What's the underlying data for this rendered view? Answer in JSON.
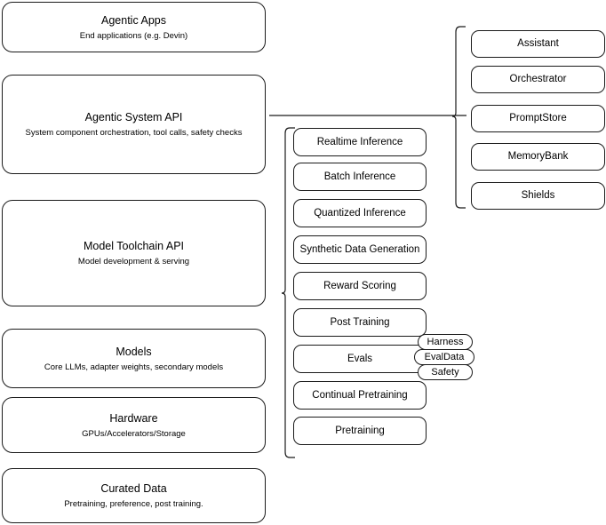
{
  "diagram": {
    "title": "AI stack layered architecture",
    "stroke_color": "#1a1a1a",
    "background_color": "#ffffff"
  },
  "layers": [
    {
      "title": "Agentic Apps",
      "subtitle": "End applications (e.g. Devin)"
    },
    {
      "title": "Agentic System API",
      "subtitle": "System component orchestration, tool calls, safety checks"
    },
    {
      "title": "Model Toolchain API",
      "subtitle": "Model development & serving"
    },
    {
      "title": "Models",
      "subtitle": "Core LLMs, adapter weights, secondary models"
    },
    {
      "title": "Hardware",
      "subtitle": "GPUs/Accelerators/Storage"
    },
    {
      "title": "Curated Data",
      "subtitle": "Pretraining, preference, post training."
    }
  ],
  "agentic_components": [
    {
      "label": "Assistant"
    },
    {
      "label": "Orchestrator"
    },
    {
      "label": "PromptStore"
    },
    {
      "label": "MemoryBank"
    },
    {
      "label": "Shields"
    }
  ],
  "toolchain_components": [
    {
      "label": "Realtime Inference"
    },
    {
      "label": "Batch Inference"
    },
    {
      "label": "Quantized Inference"
    },
    {
      "label": "Synthetic Data Generation"
    },
    {
      "label": "Reward Scoring"
    },
    {
      "label": "Post Training"
    },
    {
      "label": "Evals"
    },
    {
      "label": "Continual Pretraining"
    },
    {
      "label": "Pretraining"
    }
  ],
  "evals_badges": [
    {
      "label": "Harness"
    },
    {
      "label": "EvalData"
    },
    {
      "label": "Safety"
    }
  ]
}
